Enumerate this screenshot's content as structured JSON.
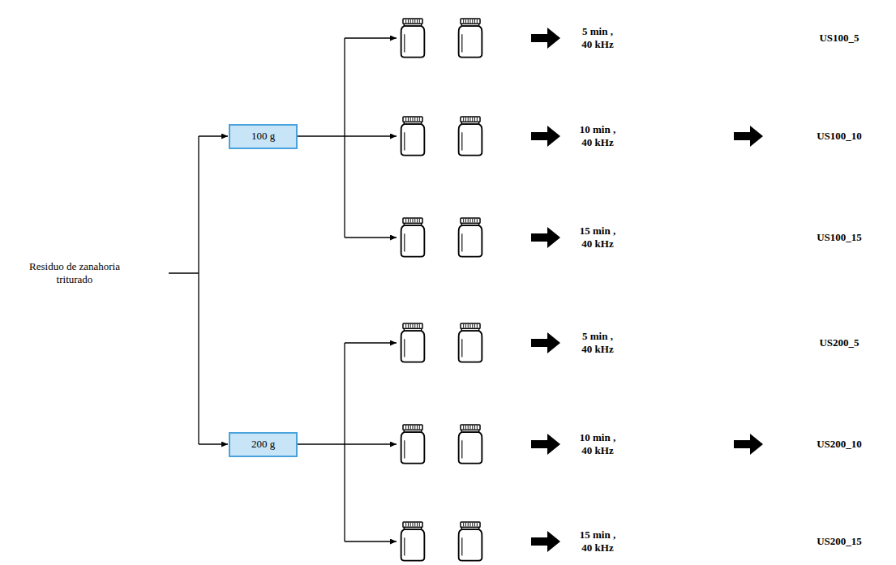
{
  "diagram": {
    "nodes": [
      {
        "text": [
          "100 g"
        ]
      },
      {
        "text": [
          "200 g"
        ]
      }
    ],
    "labels": [
      "Residuo de zanahoria triturado",
      "5 min , 40 kHz",
      "US100_5",
      "10 min , 40 kHz",
      "US100_10",
      "15 min , 40 kHz",
      "US100_15",
      "5 min , 40 kHz",
      "US200_5",
      "10 min , 40 kHz",
      "US200_10",
      "15 min , 40 kHz",
      "US200_15"
    ]
  }
}
